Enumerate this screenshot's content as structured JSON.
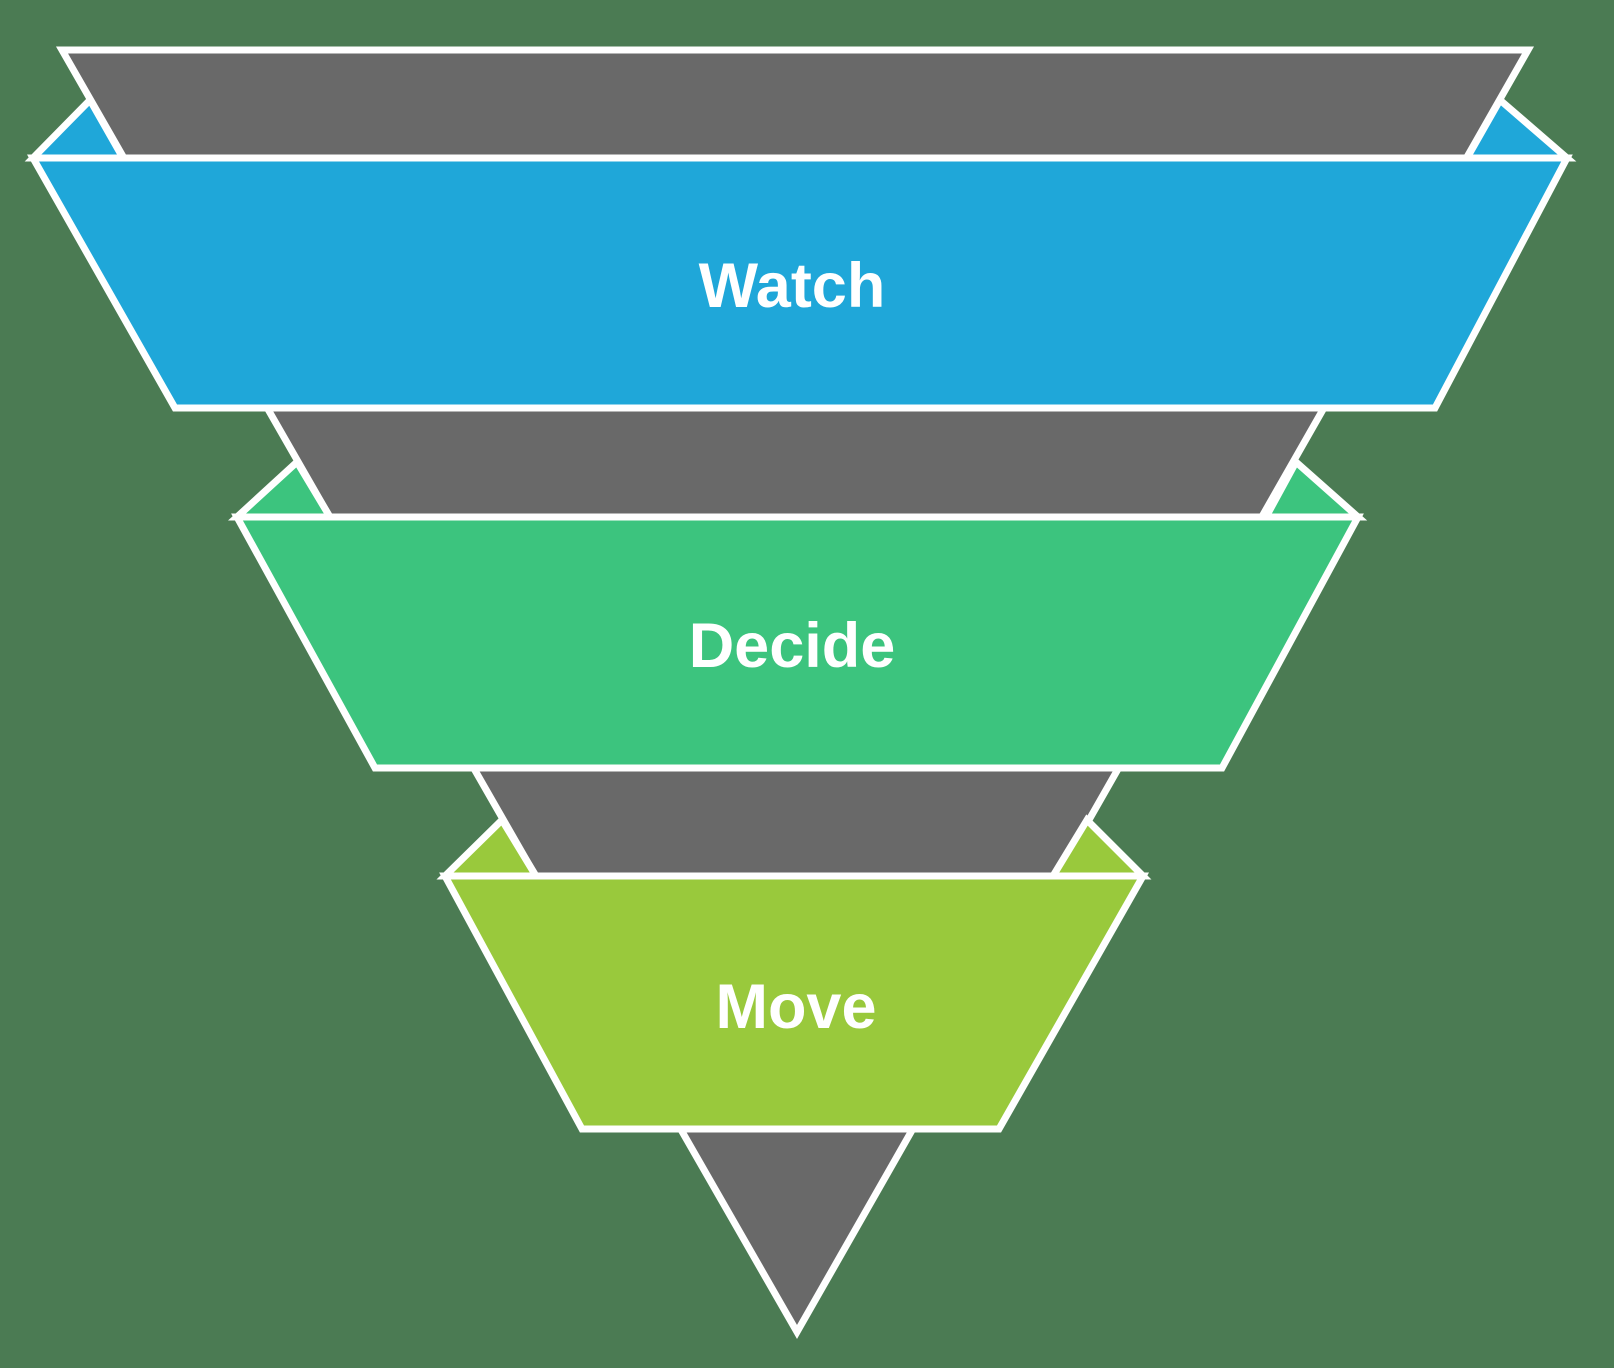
{
  "diagram": {
    "type": "inverted-pyramid-funnel",
    "background_color": "#4b7b53",
    "funnel_color": "#696969",
    "stroke_color": "#ffffff",
    "label_color": "#ffffff",
    "stages": [
      {
        "label": "Watch",
        "color": "#1fa7d9"
      },
      {
        "label": "Decide",
        "color": "#3cc47e"
      },
      {
        "label": "Move",
        "color": "#99c93c"
      }
    ]
  }
}
